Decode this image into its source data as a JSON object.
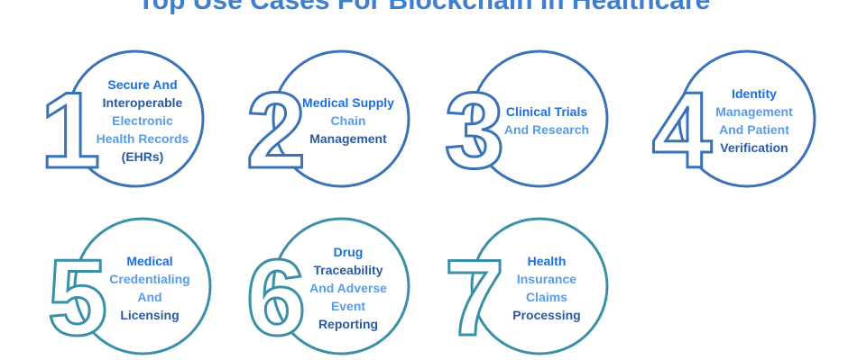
{
  "title": "Top Use Cases For Blockchain In Healthcare",
  "colors": {
    "top_row": "#3a72b8",
    "bottom_row": "#3b8fa6",
    "accent": "#1a6fd8"
  },
  "items": [
    {
      "number": "1",
      "lines": [
        "Secure And",
        "Interoperable",
        "Electronic",
        "Health Records",
        "(EHRs)"
      ],
      "tones": [
        0,
        1,
        2,
        2,
        1
      ]
    },
    {
      "number": "2",
      "lines": [
        "Medical Supply",
        "Chain",
        "Management"
      ],
      "tones": [
        0,
        2,
        1
      ]
    },
    {
      "number": "3",
      "lines": [
        "Clinical Trials",
        "And Research"
      ],
      "tones": [
        0,
        2
      ]
    },
    {
      "number": "4",
      "lines": [
        "Identity",
        "Management",
        "And Patient",
        "Verification"
      ],
      "tones": [
        0,
        2,
        2,
        1
      ]
    },
    {
      "number": "5",
      "lines": [
        "Medical",
        "Credentialing",
        "And",
        "Licensing"
      ],
      "tones": [
        0,
        2,
        2,
        1
      ]
    },
    {
      "number": "6",
      "lines": [
        "Drug",
        "Traceability",
        "And Adverse",
        "Event",
        "Reporting"
      ],
      "tones": [
        0,
        1,
        2,
        2,
        1
      ]
    },
    {
      "number": "7",
      "lines": [
        "Health",
        "Insurance",
        "Claims",
        "Processing"
      ],
      "tones": [
        0,
        2,
        2,
        1
      ]
    }
  ]
}
